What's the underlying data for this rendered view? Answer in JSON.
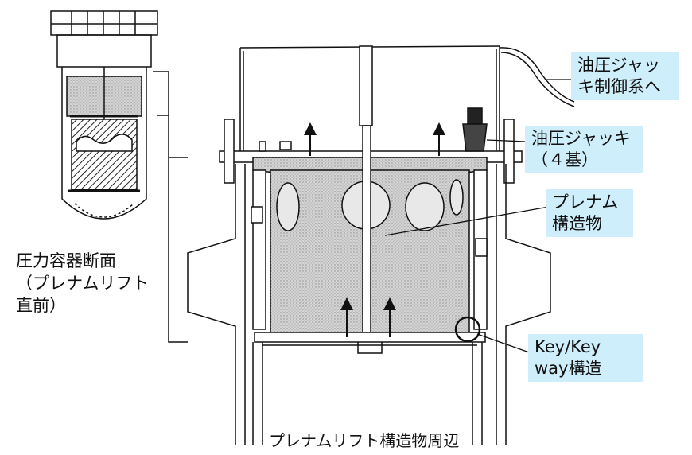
{
  "labels": {
    "hydraulic_control_line1": "油圧ジャッ",
    "hydraulic_control_line2": "キ制御系へ",
    "hydraulic_jack_line1": "油圧ジャッキ",
    "hydraulic_jack_line2": "（４基）",
    "plenum_line1": "プレナム",
    "plenum_line2": "構造物",
    "key_line1": "Key/Key",
    "key_line2": "way構造",
    "vessel_line1": "圧力容器断面",
    "vessel_line2": "（プレナムリフト",
    "vessel_line3": "直前）",
    "caption": "プレナムリフト構造物周辺"
  },
  "colors": {
    "callout_bg": "#cfeefb",
    "line": "#111111",
    "stipple": "#bdbdbd"
  }
}
